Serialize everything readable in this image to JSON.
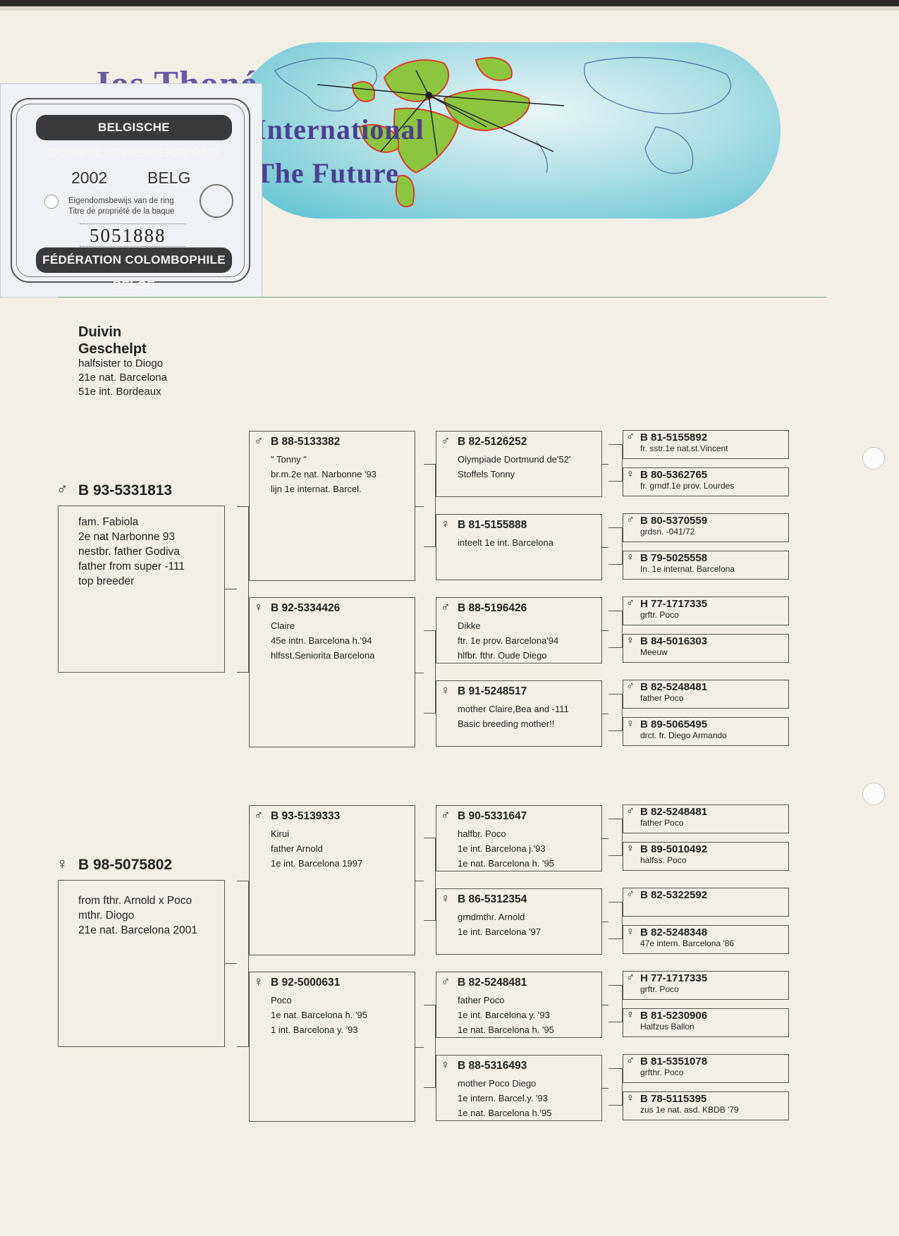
{
  "banner": {
    "title_line1": "Jos Thoné",
    "title_line2": "International",
    "title_line3": "The Future"
  },
  "stamp": {
    "top": "BELGISCHE DUIVENLIEFHEBBERSBOND",
    "year": "2002",
    "country": "BELG",
    "text_nl": "Eigendomsbewijs van de ring",
    "text_fr": "Titre de propriété de la baque",
    "ring_number": "5051888",
    "bottom": "FÉDÉRATION COLOMBOPHILE BELGE"
  },
  "header": {
    "name1": "Duivin",
    "name2": "Geschelpt",
    "lines": [
      "halfsister to Diogo",
      "21e nat. Barcelona",
      "51e int. Bordeaux"
    ]
  },
  "parents": [
    {
      "sex": "♂",
      "ring": "B 93-5331813",
      "desc": [
        "fam. Fabiola",
        "2e nat Narbonne 93",
        "nestbr. father Godiva",
        "father from super -111",
        "top breeder"
      ]
    },
    {
      "sex": "♀",
      "ring": "B 98-5075802",
      "desc": [
        "from fthr. Arnold x Poco",
        "mthr. Diogo",
        "21e nat. Barcelona 2001"
      ]
    }
  ],
  "grandparents": [
    {
      "sex": "♂",
      "ring": "B 88-5133382",
      "desc": [
        "\" Tonny \"",
        "br.m.2e nat. Narbonne '93",
        "lijn 1e internat. Barcel."
      ]
    },
    {
      "sex": "♀",
      "ring": "B 92-5334426",
      "desc": [
        "Claire",
        "45e intn. Barcelona h.'94",
        "hlfsst.Seniorita Barcelona"
      ]
    },
    {
      "sex": "♂",
      "ring": "B 93-5139333",
      "desc": [
        "Kirui",
        "father Arnold",
        "1e int. Barcelona 1997"
      ]
    },
    {
      "sex": "♀",
      "ring": "B 92-5000631",
      "desc": [
        "Poco",
        "1e nat. Barcelona h. '95",
        "1 int. Barcelona y. '93"
      ]
    }
  ],
  "great_grandparents": [
    {
      "sex": "♂",
      "ring": "B 82-5126252",
      "desc": [
        "Olympiade Dortmund de'52'",
        "Stoffels Tonny"
      ]
    },
    {
      "sex": "♀",
      "ring": "B 81-5155888",
      "desc": [
        "inteelt 1e int. Barcelona"
      ]
    },
    {
      "sex": "♂",
      "ring": "B 88-5196426",
      "desc": [
        "Dikke",
        "ftr. 1e prov. Barcelona'94",
        "hlfbr. fthr. Oude Diego"
      ]
    },
    {
      "sex": "♀",
      "ring": "B 91-5248517",
      "desc": [
        "mother Claire,Bea and -111",
        "Basic breeding mother!!"
      ]
    },
    {
      "sex": "♂",
      "ring": "B 90-5331647",
      "desc": [
        "halfbr. Poco",
        "1e int. Barcelona j.'93",
        "1e nat. Barcelona h. '95"
      ]
    },
    {
      "sex": "♀",
      "ring": "B 86-5312354",
      "desc": [
        "grndmthr. Arnold",
        "1e int. Barcelona '97"
      ]
    },
    {
      "sex": "♂",
      "ring": "B 82-5248481",
      "desc": [
        "father Poco",
        "1e int. Barcelona y. '93",
        "1e nat. Barcelona h. '95"
      ]
    },
    {
      "sex": "♀",
      "ring": "B 88-5316493",
      "desc": [
        "mother Poco Diego",
        "1e intern. Barcel.y. '93",
        "1e nat. Barcelona h.'95"
      ]
    }
  ],
  "gen4": [
    {
      "sex": "♂",
      "ring": "B 81-5155892",
      "desc": "fr. sstr.1e nat.st.Vincent"
    },
    {
      "sex": "♀",
      "ring": "B 80-5362765",
      "desc": "fr. grndf.1e prov. Lourdes"
    },
    {
      "sex": "♂",
      "ring": "B 80-5370559",
      "desc": "grdsn. -041/72"
    },
    {
      "sex": "♀",
      "ring": "B 79-5025558",
      "desc": "In. 1e internat. Barcelona"
    },
    {
      "sex": "♂",
      "ring": "H 77-1717335",
      "desc": "grftr. Poco"
    },
    {
      "sex": "♀",
      "ring": "B 84-5016303",
      "desc": "Meeuw"
    },
    {
      "sex": "♂",
      "ring": "B 82-5248481",
      "desc": "father Poco"
    },
    {
      "sex": "♀",
      "ring": "B 89-5065495",
      "desc": "drct. fr. Diego Armando"
    },
    {
      "sex": "♂",
      "ring": "B 82-5248481",
      "desc": "father Poco"
    },
    {
      "sex": "♀",
      "ring": "B 89-5010492",
      "desc": "halfss. Poco"
    },
    {
      "sex": "♂",
      "ring": "B 82-5322592",
      "desc": ""
    },
    {
      "sex": "♀",
      "ring": "B 82-5248348",
      "desc": "47e intern. Barcelona '86"
    },
    {
      "sex": "♂",
      "ring": "H 77-1717335",
      "desc": "grftr. Poco"
    },
    {
      "sex": "♀",
      "ring": "B 81-5230906",
      "desc": "Halfzus Ballon"
    },
    {
      "sex": "♂",
      "ring": "B 81-5351078",
      "desc": "grfthr. Poco"
    },
    {
      "sex": "♀",
      "ring": "B 78-5115395",
      "desc": "zus 1e nat. asd. KBDB '79"
    }
  ]
}
